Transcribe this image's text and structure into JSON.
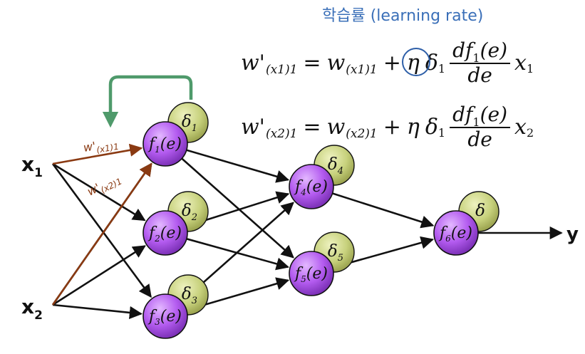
{
  "header": {
    "learning_rate_label": "학습률 (learning rate)"
  },
  "equation1": {
    "lhs_w": "w'",
    "lhs_sub": "(x1)1",
    "eq": "=",
    "rhs_w": "w",
    "rhs_sub": "(x1)1",
    "plus": "+",
    "eta": "η",
    "delta": "δ",
    "delta_sub": "1",
    "frac_num": "df",
    "frac_num_sub": "1",
    "frac_num_rest": "(e)",
    "frac_den": "de",
    "x": "x",
    "x_sub": "1"
  },
  "equation2": {
    "lhs_w": "w'",
    "lhs_sub": "(x2)1",
    "eq": "=",
    "rhs_w": "w",
    "rhs_sub": "(x2)1",
    "plus": "+",
    "eta": "η",
    "delta": "δ",
    "delta_sub": "1",
    "frac_num": "df",
    "frac_num_sub": "1",
    "frac_num_rest": "(e)",
    "frac_den": "de",
    "x": "x",
    "x_sub": "2"
  },
  "inputs": [
    {
      "id": "x1",
      "label": "x",
      "sub": "1"
    },
    {
      "id": "x2",
      "label": "x",
      "sub": "2"
    }
  ],
  "output": {
    "label": "y"
  },
  "weight_labels": [
    {
      "w": "w'",
      "sub": "(x1)1"
    },
    {
      "w": "w'",
      "sub": "(x2)1"
    }
  ],
  "nodes": [
    {
      "id": "f1",
      "f": "f",
      "sub": "1",
      "rest": "(e)",
      "delta": "δ",
      "delta_sub": "1"
    },
    {
      "id": "f2",
      "f": "f",
      "sub": "2",
      "rest": "(e)",
      "delta": "δ",
      "delta_sub": "2"
    },
    {
      "id": "f3",
      "f": "f",
      "sub": "3",
      "rest": "(e)",
      "delta": "δ",
      "delta_sub": "3"
    },
    {
      "id": "f4",
      "f": "f",
      "sub": "4",
      "rest": "(e)",
      "delta": "δ",
      "delta_sub": "4"
    },
    {
      "id": "f5",
      "f": "f",
      "sub": "5",
      "rest": "(e)",
      "delta": "δ",
      "delta_sub": "5"
    },
    {
      "id": "f6",
      "f": "f",
      "sub": "6",
      "rest": "(e)",
      "delta": "δ",
      "delta_sub": ""
    }
  ],
  "colors": {
    "node_purple": "#b85cf0",
    "delta_green": "#c4cf78",
    "weight_arrow": "#8a3a12",
    "feedback_arrow": "#4f9a6b",
    "highlight_circle": "#2e5fa8",
    "label_blue": "#3a6fb8"
  }
}
